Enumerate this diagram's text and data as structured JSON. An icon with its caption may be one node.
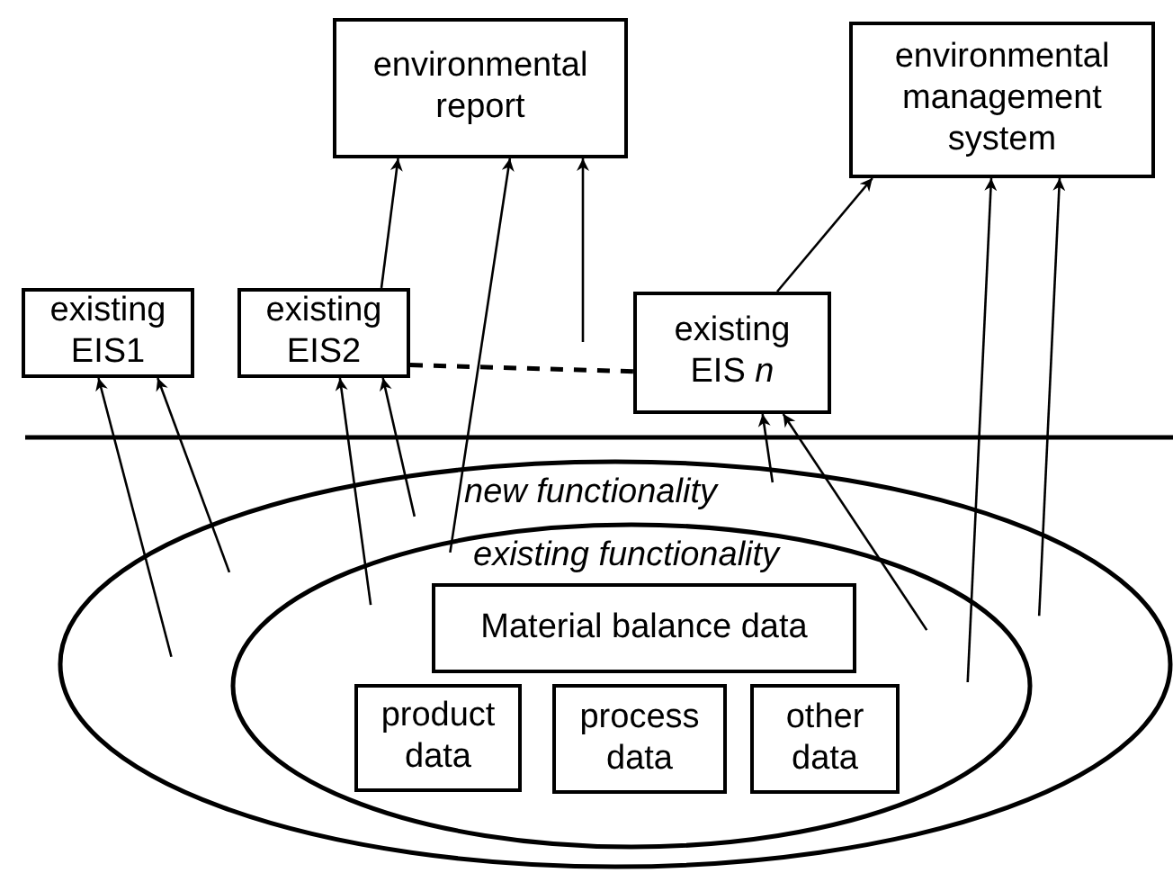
{
  "diagram": {
    "nodes": [
      {
        "text": [
          "environmental report"
        ]
      },
      {
        "text": [
          "environmental management system"
        ]
      },
      {
        "text": [
          "existing EIS1"
        ]
      },
      {
        "text": [
          "existing EIS2"
        ]
      },
      {
        "text": [
          "existing EIS *n*"
        ]
      },
      {
        "text": [
          "new functionality"
        ]
      },
      {
        "text": [
          "existing functionality"
        ],
        "in": 5
      },
      {
        "text": [
          "Material balance data"
        ],
        "in": 6
      },
      {
        "text": [
          "product data"
        ],
        "in": 6
      },
      {
        "text": [
          "process data"
        ],
        "in": 6
      },
      {
        "text": [
          "other data"
        ],
        "in": 6
      }
    ],
    "edges": [
      {
        "from": 5,
        "to": 2,
        "arrow": "to"
      },
      {
        "from": 5,
        "to": 2,
        "arrow": "to"
      },
      {
        "from": 6,
        "to": 3,
        "arrow": "to"
      },
      {
        "from": 5,
        "to": 3,
        "arrow": "to"
      },
      {
        "from": 3,
        "to": 0,
        "arrow": "to"
      },
      {
        "from": 6,
        "to": 0,
        "arrow": "to"
      },
      {
        "from": null,
        "to": 0,
        "arrow": "to"
      },
      {
        "from": 3,
        "to": 4,
        "arrow": "none",
        "style": "dashed"
      },
      {
        "from": 5,
        "to": 4,
        "arrow": "to"
      },
      {
        "from": 6,
        "to": 4,
        "arrow": "to"
      },
      {
        "from": 4,
        "to": 1,
        "arrow": "to"
      },
      {
        "from": 6,
        "to": 1,
        "arrow": "to"
      },
      {
        "from": 5,
        "to": 1,
        "arrow": "to"
      }
    ]
  }
}
